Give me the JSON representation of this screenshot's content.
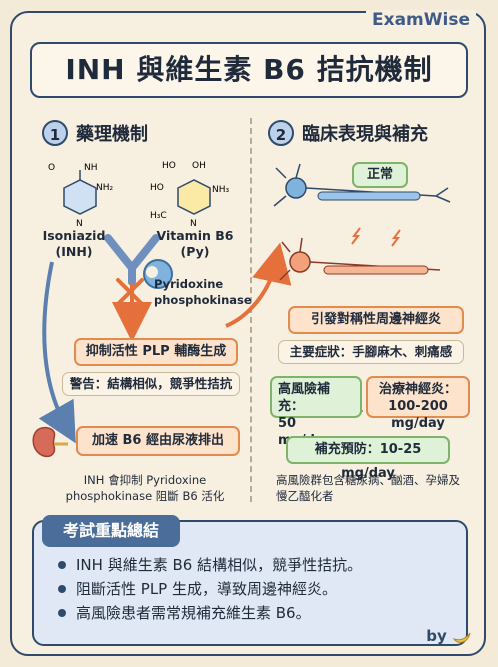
{
  "brand": "ExamWise",
  "title": "INH 與維生素 B6 拮抗機制",
  "left": {
    "number": "1",
    "heading": "藥理機制",
    "inh_name": "Isoniazid",
    "inh_abbr": "(INH)",
    "inh_atoms": {
      "o": "O",
      "nh": "NH",
      "nh2": "NH₂",
      "n": "N"
    },
    "b6_name": "Vitamin B6",
    "b6_abbr": "(Py)",
    "b6_atoms": {
      "ho1": "HO",
      "oh": "OH",
      "ho2": "HO",
      "nh3": "NH₃",
      "h3c": "H₃C",
      "n": "N"
    },
    "enzyme_line1": "Pyridoxine",
    "enzyme_line2": "phosphokinase",
    "inhibit_box": "抑制活性 PLP 輔酶生成",
    "warning_box": "警告：結構相似，競爭性拮抗",
    "excretion_box": "加速 B6 經由尿液排出",
    "note": "INH 會抑制 Pyridoxine phosphokinase 阻斷 B6 活化"
  },
  "right": {
    "number": "2",
    "heading": "臨床表現與補充",
    "normal_label": "正常",
    "neuropathy_box": "引發對稱性周邊神經炎",
    "symptoms_box": "主要症狀：手腳麻木、刺痛感",
    "highrisk_label": "高風險補充：",
    "highrisk_dose": "50 mg/day",
    "treatment_label": "治療神經炎：",
    "treatment_dose": "100-200 mg/day",
    "prevention_box": "補充預防：10-25 mg/day",
    "note": "高風險群包含糖尿病、酗酒、孕婦及慢乙醯化者"
  },
  "summary": {
    "heading": "考試重點總結",
    "items": [
      "INH 與維生素 B6 結構相似，競爭性拮抗。",
      "阻斷活性 PLP 生成，導致周邊神經炎。",
      "高風險患者需常規補充維生素 B6。"
    ]
  },
  "byline": "by",
  "colors": {
    "navy": "#2f4a6a",
    "orange": "#e08c4f",
    "green": "#7fb36a",
    "blue": "#4a6d99"
  }
}
